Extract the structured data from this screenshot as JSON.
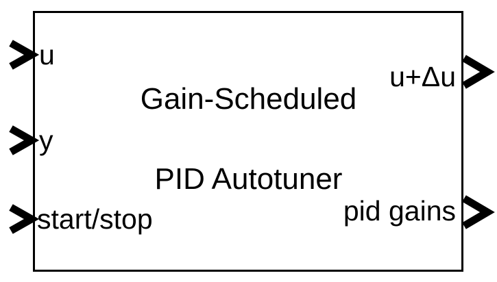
{
  "block": {
    "type": "simulink-block",
    "name": "Gain-Scheduled PID Autotuner",
    "title_line_1": "Gain-Scheduled",
    "title_line_2": "PID Autotuner",
    "fill_color": "#ffffff",
    "border_color": "#000000",
    "text_color": "#000000"
  },
  "inputs": [
    {
      "label": "u",
      "icon": "input-port-chevron-icon"
    },
    {
      "label": "y",
      "icon": "input-port-chevron-icon"
    },
    {
      "label": "start/stop",
      "icon": "input-port-chevron-icon"
    }
  ],
  "outputs": [
    {
      "label": "u+Δu",
      "icon": "output-port-chevron-icon"
    },
    {
      "label": "pid gains",
      "icon": "output-port-chevron-icon"
    }
  ]
}
